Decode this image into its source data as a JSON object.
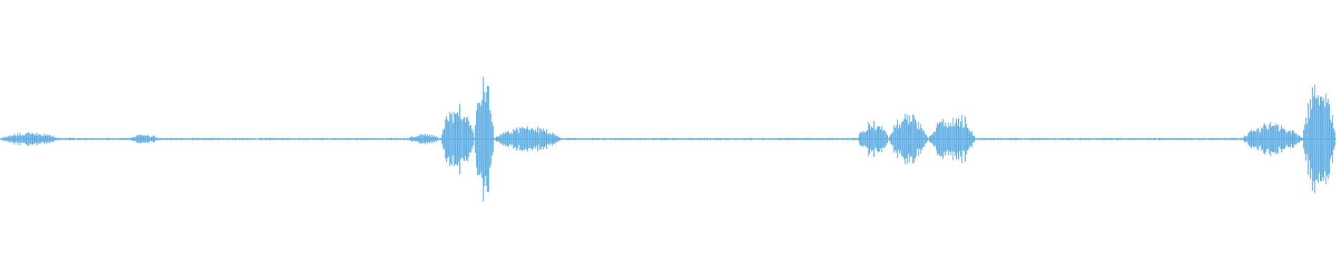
{
  "waveform": {
    "color": "#5dade2",
    "baseline_amplitude": 0.008,
    "max_amplitude_ref": 1.0,
    "bursts": [
      {
        "start": 0.0,
        "end": 0.045,
        "peak": 0.055
      },
      {
        "start": 0.095,
        "end": 0.12,
        "peak": 0.035
      },
      {
        "start": 0.305,
        "end": 0.33,
        "peak": 0.04
      },
      {
        "start": 0.33,
        "end": 0.355,
        "peak": 0.28
      },
      {
        "start": 0.355,
        "end": 0.37,
        "peak": 0.55
      },
      {
        "start": 0.37,
        "end": 0.42,
        "peak": 0.1
      },
      {
        "start": 0.642,
        "end": 0.665,
        "peak": 0.14
      },
      {
        "start": 0.665,
        "end": 0.695,
        "peak": 0.2
      },
      {
        "start": 0.695,
        "end": 0.73,
        "peak": 0.18
      },
      {
        "start": 0.93,
        "end": 0.975,
        "peak": 0.12
      },
      {
        "start": 0.975,
        "end": 1.0,
        "peak": 0.45
      }
    ]
  }
}
